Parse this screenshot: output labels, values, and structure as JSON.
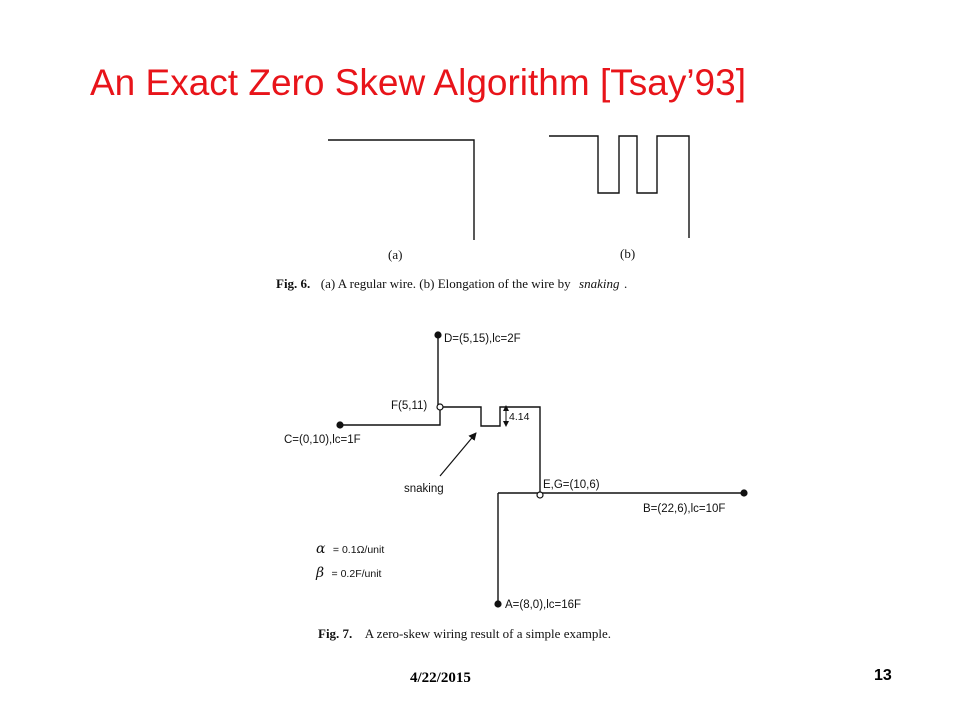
{
  "slide": {
    "title": "An Exact Zero Skew Algorithm [Tsay’93]",
    "date": "4/22/2015",
    "page_number": "13"
  },
  "fig6": {
    "label_a": "(a)",
    "label_b": "(b)",
    "caption": {
      "prefix": "Fig. 6.",
      "body": "(a) A regular wire. (b) Elongation of the wire by",
      "emphasis": "snaking",
      "suffix": "."
    }
  },
  "fig7": {
    "labels": {
      "D": "D=(5,15),lc=2F",
      "F": "F(5,11)",
      "C": "C=(0,10),lc=1F",
      "EG": "E,G=(10,6)",
      "B": "B=(22,6),lc=10F",
      "A": "A=(8,0),lc=16F",
      "snaking": "snaking",
      "dimension": "4.14"
    },
    "params": {
      "alpha_symbol": "α",
      "alpha_value": "= 0.1Ω/unit",
      "beta_symbol": "β",
      "beta_value": "= 0.2F/unit"
    },
    "caption": {
      "prefix": "Fig. 7.",
      "body": "A zero-skew wiring result of a simple example."
    }
  }
}
